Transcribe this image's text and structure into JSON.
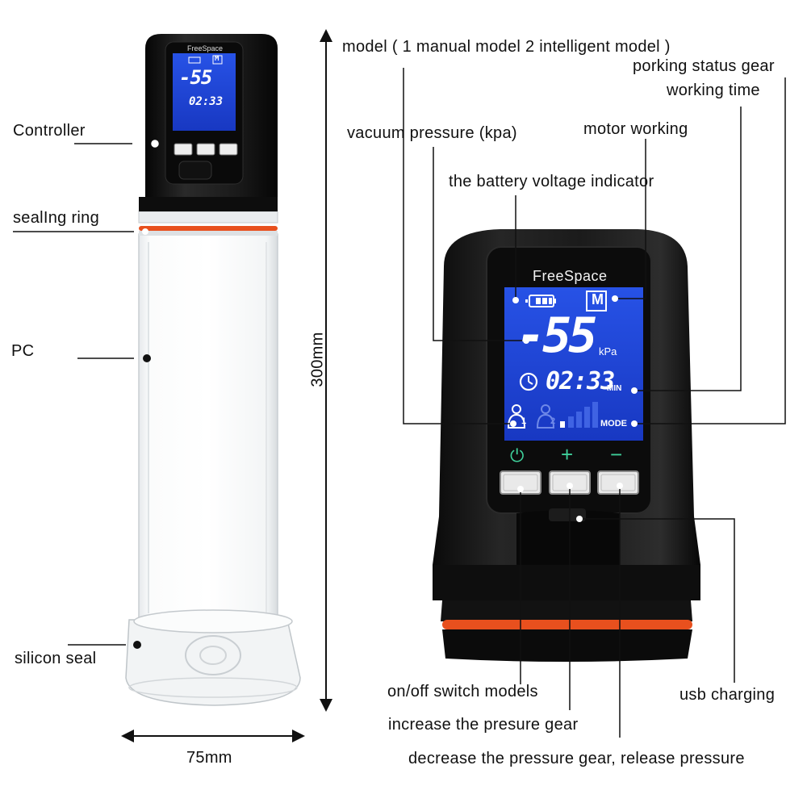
{
  "left_labels": {
    "controller": "Controller",
    "sealing_ring": "sealIng ring",
    "pc": "PC",
    "silicon_seal": "silicon seal"
  },
  "dimensions": {
    "height": "300mm",
    "width": "75mm"
  },
  "right_labels": {
    "model": "model ( 1 manual model 2 intelligent model )",
    "porking_status": "porking status gear",
    "working_time": "working time",
    "vacuum_pressure": "vacuum pressure (kpa)",
    "motor_working": "motor working",
    "battery": "the battery voltage indicator",
    "on_off": "on/off switch models",
    "increase": "increase the presure gear",
    "decrease": "decrease the pressure gear, release pressure",
    "usb": "usb charging"
  },
  "device": {
    "brand": "FreeSpace",
    "mode_letter": "M",
    "pressure": "-55",
    "pressure_unit": "kPa",
    "time": "02:33",
    "time_unit": "MIN",
    "mode_label": "MODE",
    "person1": "1",
    "person2": "2",
    "btn_power": "⏻",
    "btn_plus": "+",
    "btn_minus": "−"
  },
  "colors": {
    "lcd": "#1f47d6",
    "body": "#141414",
    "ring": "#e8501e"
  }
}
